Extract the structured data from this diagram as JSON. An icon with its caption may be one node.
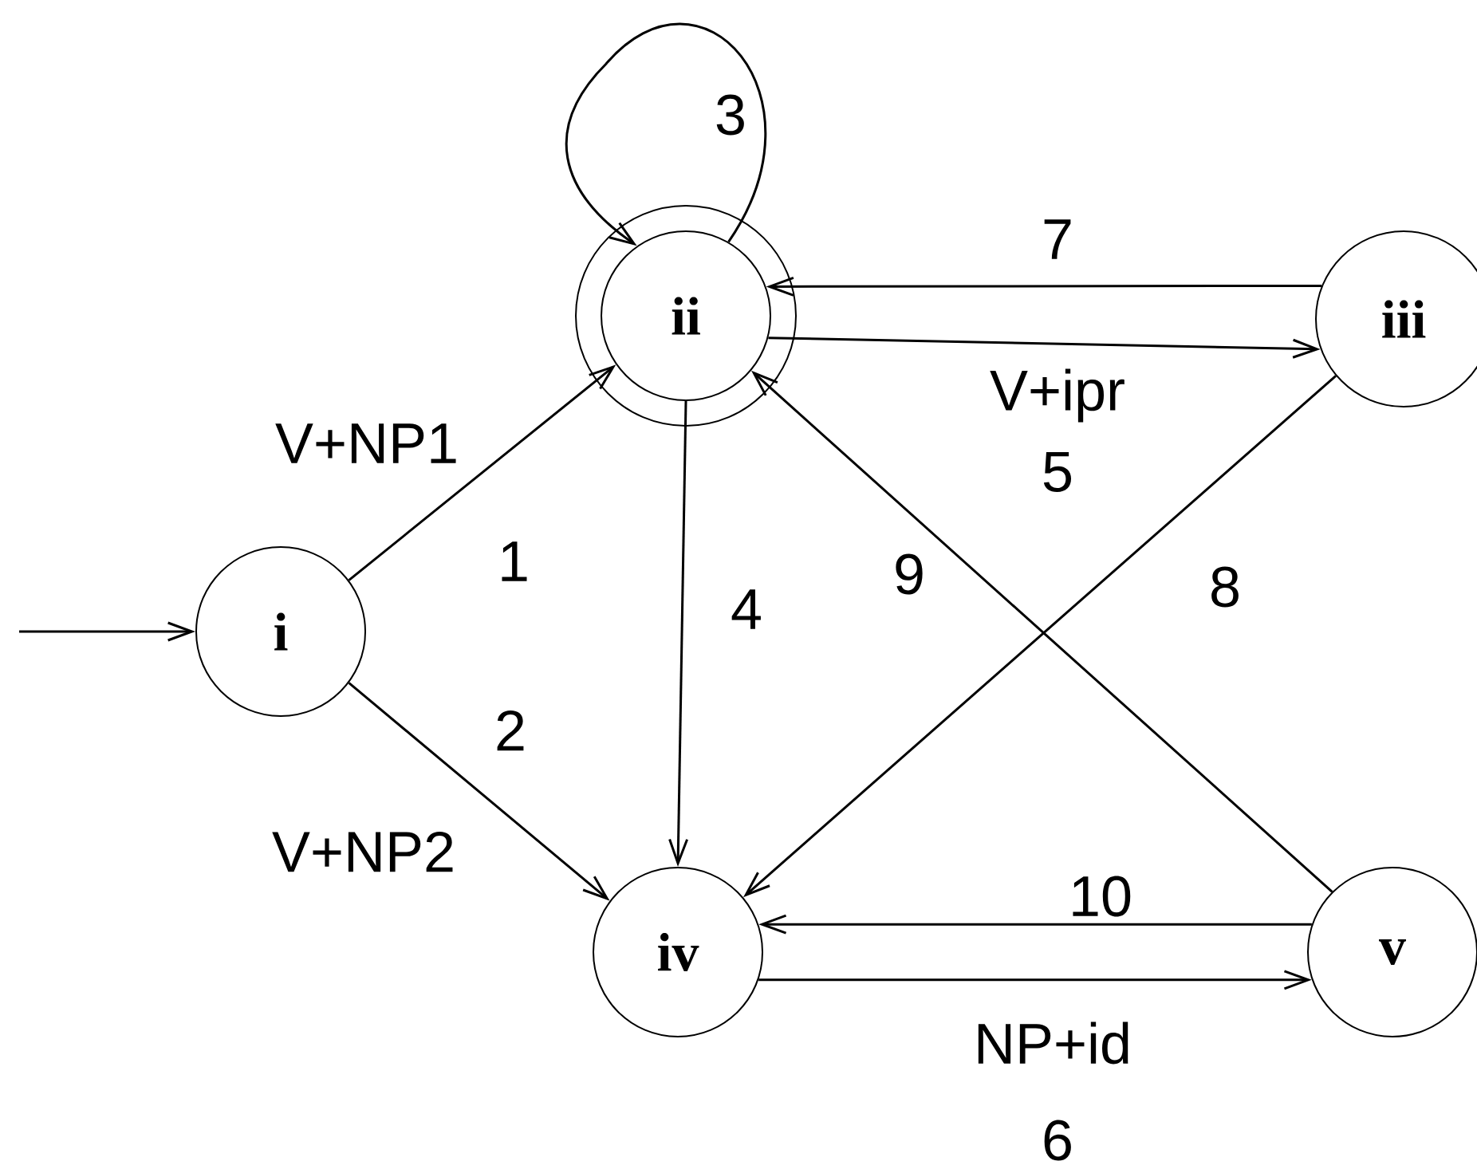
{
  "diagram": {
    "nodes": [
      {
        "text": [
          "i"
        ]
      },
      {
        "text": [
          "ii"
        ]
      },
      {
        "text": [
          "iii"
        ]
      },
      {
        "text": [
          "iv"
        ]
      },
      {
        "text": [
          "v"
        ]
      }
    ],
    "edges": [
      {
        "from": null,
        "to": 0,
        "arrow": "to"
      },
      {
        "from": 0,
        "to": 1,
        "arrow": "to",
        "label": "1"
      },
      {
        "from": 0,
        "to": 3,
        "arrow": "to",
        "label": "2"
      },
      {
        "from": 1,
        "to": 1,
        "arrow": "to",
        "label": "3"
      },
      {
        "from": 1,
        "to": 3,
        "arrow": "to",
        "label": "4"
      },
      {
        "from": 1,
        "to": 2,
        "arrow": "to",
        "label": "5"
      },
      {
        "from": 3,
        "to": 4,
        "arrow": "to",
        "label": "6"
      },
      {
        "from": 2,
        "to": 1,
        "arrow": "to",
        "label": "7"
      },
      {
        "from": 2,
        "to": 3,
        "arrow": "to",
        "label": "8"
      },
      {
        "from": 4,
        "to": 1,
        "arrow": "to",
        "label": "9"
      },
      {
        "from": 4,
        "to": 3,
        "arrow": "to",
        "label": "10"
      }
    ],
    "labels": [
      "V+NP1",
      "V+ipr",
      "V+NP2",
      "NP+id"
    ]
  }
}
